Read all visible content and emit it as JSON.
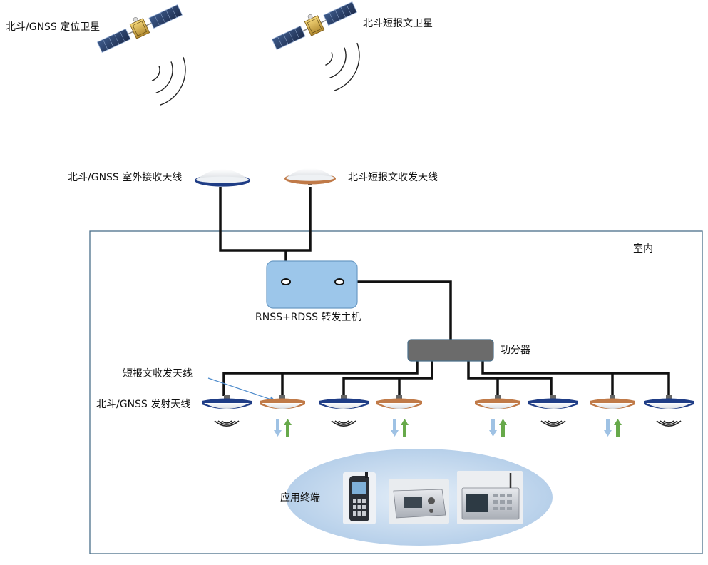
{
  "labels": {
    "beidou_gnss_satellite": "北斗/GNSS 定位卫星",
    "short_message_satellite": "北斗短报文卫星",
    "outdoor_receive_antenna": "北斗/GNSS 室外接收天线",
    "short_message_outdoor_antenna": "北斗短报文收发天线",
    "indoor": "室内",
    "relay_host": "RNSS+RDSS 转发主机",
    "power_splitter": "功分器",
    "short_message_indoor_antenna": "短报文收发天线",
    "transmit_antenna": "北斗/GNSS 发射天线",
    "terminals": "应用终端"
  },
  "colors": {
    "frame": "#4a6f8a",
    "cable": "#111111",
    "host_fill": "#9cc6ea",
    "splitter_fill": "#6b6b6b",
    "gnss_antenna_rim": "#1f3d86",
    "short_antenna_rim": "#c07a48",
    "terminal_ellipse": "#bcd5ec",
    "uplink_arrow": "#67a94a",
    "downlink_arrow": "#9fc2e4"
  },
  "icons": {
    "satellite": "satellite-icon",
    "antenna": "antenna-dome-icon",
    "signal": "signal-waves-icon",
    "terminal": "handheld-terminal-icon"
  }
}
